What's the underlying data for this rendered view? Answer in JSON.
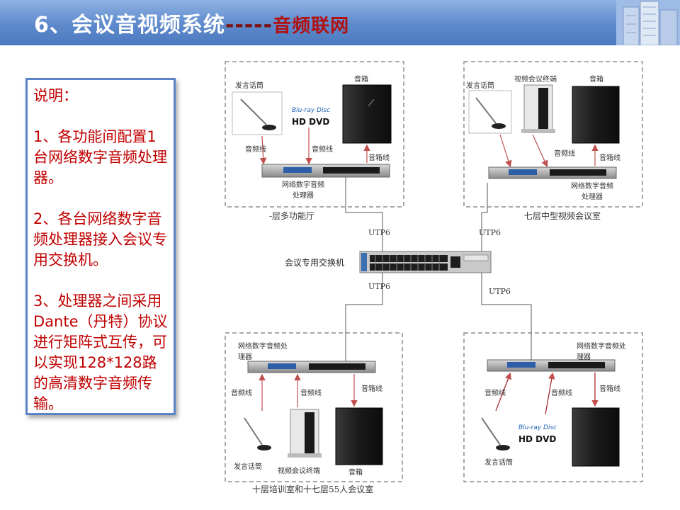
{
  "title": {
    "main": "6、会议音视频系统",
    "dashes": "-----",
    "sub": "音频联网"
  },
  "notes": {
    "heading": "说明：",
    "items": [
      "1、各功能间配置1台网络数字音频处理器。",
      "2、各台网络数字音频处理器接入会议专用交换机。",
      "3、处理器之间采用Dante（丹特）协议进行矩阵式互传，可以实现128*128路的高清数字音频传输。"
    ]
  },
  "switch": {
    "label": "会议专用交换机"
  },
  "links": {
    "utp_tl": "UTP6",
    "utp_tr": "UTP6",
    "utp_bl": "UTP6",
    "utp_br": "UTP6"
  },
  "zones": {
    "top_left": {
      "name": "-层多功能厅",
      "mic": "发言话筒",
      "speaker": "音箱",
      "line1": "音频线",
      "line2": "音频线",
      "line3": "音箱线",
      "processor": "网络数字音频处理器",
      "bluray": "Blu-ray Disc",
      "hddvd": "HD DVD"
    },
    "top_right": {
      "name": "七层中型视频会议室",
      "mic": "发言话筒",
      "terminal": "视频会议终端",
      "speaker": "音箱",
      "line1": "音频线",
      "line2": "音箱线",
      "processor": "网络数字音频处理器"
    },
    "bottom_left": {
      "name": "十层培训室和十七层55人会议室",
      "processor": "网络数字音频处理器",
      "line1": "音频线",
      "line2": "音频线",
      "line3": "音箱线",
      "mic": "发言话筒",
      "terminal": "视频会议终端",
      "speaker": "音箱"
    },
    "bottom_right": {
      "processor": "网络数字音频处理器",
      "line1": "音频线",
      "line2": "音频线",
      "line3": "音箱线",
      "mic": "发言话筒",
      "bluray": "Blu-ray Disc",
      "hddvd": "HD DVD"
    }
  },
  "colors": {
    "accent": "#4d79bf",
    "note_text": "#c00000",
    "arrow": "#c0504d",
    "dash": "#555555"
  }
}
